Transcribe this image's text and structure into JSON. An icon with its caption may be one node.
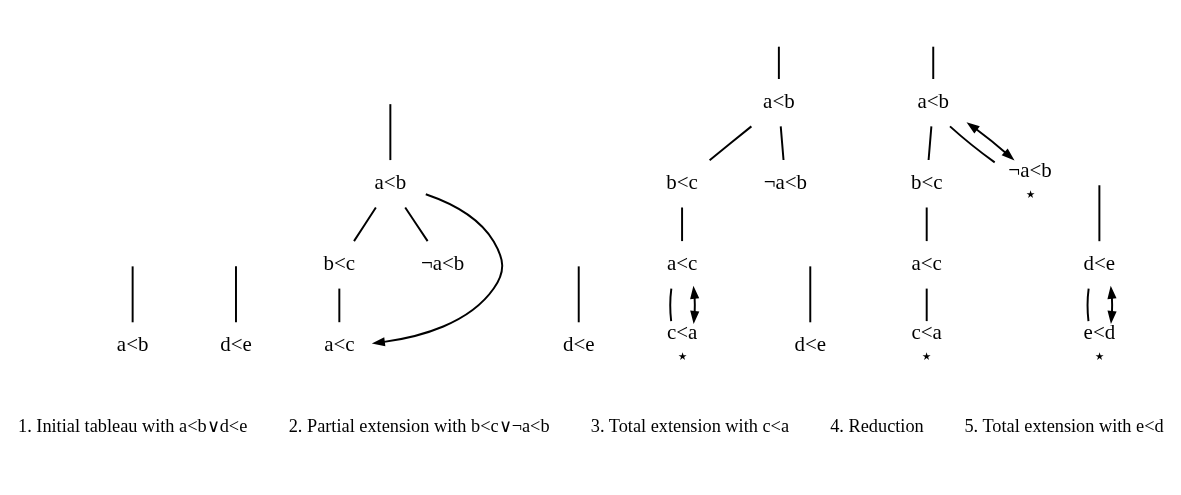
{
  "diagram": {
    "nodes": [
      {
        "text": [
          "a<b"
        ]
      },
      {
        "text": [
          "d<e"
        ]
      },
      {
        "text": [
          "a<b"
        ]
      },
      {
        "text": [
          "d<e"
        ]
      },
      {
        "text": [
          "b<c"
        ]
      },
      {
        "text": [
          "¬a<b"
        ]
      },
      {
        "text": [
          "a<c"
        ]
      },
      {
        "text": [
          "a<b"
        ]
      },
      {
        "text": [
          "d<e"
        ]
      },
      {
        "text": [
          "b<c"
        ]
      },
      {
        "text": [
          "¬a<b"
        ]
      },
      {
        "text": [
          "a<c"
        ]
      },
      {
        "text": [
          "c<a"
        ],
        "beside": [
          "⋆"
        ]
      },
      {
        "text": [
          "a<b"
        ]
      },
      {
        "text": [
          "d<e"
        ]
      },
      {
        "text": [
          "b<c"
        ]
      },
      {
        "text": [
          "¬a<b"
        ],
        "beside": [
          "⋆"
        ]
      },
      {
        "text": [
          "a<c"
        ]
      },
      {
        "text": [
          "c<a"
        ],
        "beside": [
          "⋆"
        ]
      },
      {
        "text": [
          "e<d"
        ],
        "beside": [
          "⋆"
        ]
      }
    ],
    "edges": [
      {
        "from": null,
        "to": 0,
        "arrow": "none"
      },
      {
        "from": null,
        "to": 1,
        "arrow": "none"
      },
      {
        "from": null,
        "to": 2,
        "arrow": "none"
      },
      {
        "from": null,
        "to": 3,
        "arrow": "none"
      },
      {
        "from": 2,
        "to": 4,
        "arrow": "none"
      },
      {
        "from": 2,
        "to": 5,
        "arrow": "none"
      },
      {
        "from": 4,
        "to": 6,
        "arrow": "none"
      },
      {
        "from": 2,
        "to": 6,
        "arrow": "to"
      },
      {
        "from": null,
        "to": 7,
        "arrow": "none"
      },
      {
        "from": null,
        "to": 8,
        "arrow": "none"
      },
      {
        "from": 7,
        "to": 9,
        "arrow": "none"
      },
      {
        "from": 7,
        "to": 10,
        "arrow": "none"
      },
      {
        "from": 9,
        "to": 11,
        "arrow": "none"
      },
      {
        "from": 11,
        "to": 12,
        "arrow": "none"
      },
      {
        "from": 11,
        "to": 12,
        "arrow": "both"
      },
      {
        "from": null,
        "to": 13,
        "arrow": "none"
      },
      {
        "from": null,
        "to": 14,
        "arrow": "none"
      },
      {
        "from": 13,
        "to": 15,
        "arrow": "none"
      },
      {
        "from": 13,
        "to": 16,
        "arrow": "none"
      },
      {
        "from": 15,
        "to": 17,
        "arrow": "none"
      },
      {
        "from": 17,
        "to": 18,
        "arrow": "none"
      },
      {
        "from": 14,
        "to": 19,
        "arrow": "none"
      },
      {
        "from": 13,
        "to": 16,
        "arrow": "both"
      },
      {
        "from": 14,
        "to": 19,
        "arrow": "both"
      }
    ],
    "labels": [
      "1. Initial tableau with a<b∨d<e",
      "2. Partial extension with b<c∨¬a<b",
      "3. Total extension with c<a",
      "4. Reduction",
      "5. Total extension with e<d"
    ]
  }
}
